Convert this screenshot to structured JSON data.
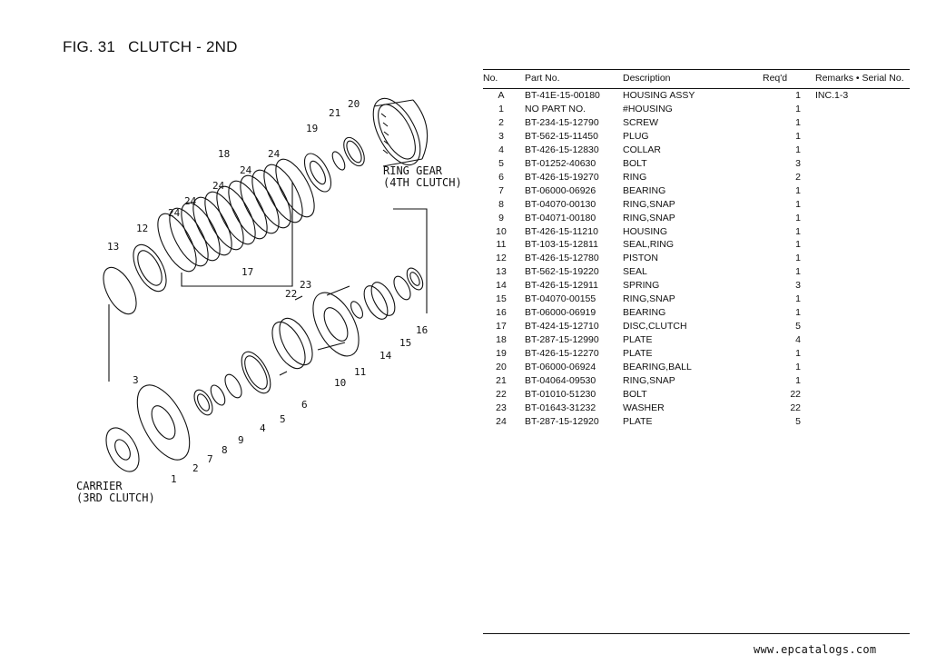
{
  "figure": {
    "number": "FIG. 31",
    "title": "CLUTCH - 2ND"
  },
  "table": {
    "headers": {
      "no": "No.",
      "part": "Part No.",
      "desc": "Description",
      "req": "Req'd",
      "remarks": "Remarks • Serial No."
    },
    "rows": [
      {
        "no": "A",
        "part": "BT-41E-15-00180",
        "desc": "HOUSING ASSY",
        "req": "1",
        "remarks": "INC.1-3"
      },
      {
        "no": "1",
        "part": "NO PART NO.",
        "desc": "#HOUSING",
        "req": "1",
        "remarks": ""
      },
      {
        "no": "2",
        "part": "BT-234-15-12790",
        "desc": "SCREW",
        "req": "1",
        "remarks": ""
      },
      {
        "no": "3",
        "part": "BT-562-15-11450",
        "desc": "PLUG",
        "req": "1",
        "remarks": ""
      },
      {
        "no": "4",
        "part": "BT-426-15-12830",
        "desc": "COLLAR",
        "req": "1",
        "remarks": ""
      },
      {
        "no": "5",
        "part": "BT-01252-40630",
        "desc": "BOLT",
        "req": "3",
        "remarks": ""
      },
      {
        "no": "6",
        "part": "BT-426-15-19270",
        "desc": "RING",
        "req": "2",
        "remarks": ""
      },
      {
        "no": "7",
        "part": "BT-06000-06926",
        "desc": "BEARING",
        "req": "1",
        "remarks": ""
      },
      {
        "no": "8",
        "part": "BT-04070-00130",
        "desc": "RING,SNAP",
        "req": "1",
        "remarks": ""
      },
      {
        "no": "9",
        "part": "BT-04071-00180",
        "desc": "RING,SNAP",
        "req": "1",
        "remarks": ""
      },
      {
        "no": "10",
        "part": "BT-426-15-11210",
        "desc": "HOUSING",
        "req": "1",
        "remarks": ""
      },
      {
        "no": "11",
        "part": "BT-103-15-12811",
        "desc": "SEAL,RING",
        "req": "1",
        "remarks": ""
      },
      {
        "no": "12",
        "part": "BT-426-15-12780",
        "desc": "PISTON",
        "req": "1",
        "remarks": ""
      },
      {
        "no": "13",
        "part": "BT-562-15-19220",
        "desc": "SEAL",
        "req": "1",
        "remarks": ""
      },
      {
        "no": "14",
        "part": "BT-426-15-12911",
        "desc": "SPRING",
        "req": "3",
        "remarks": ""
      },
      {
        "no": "15",
        "part": "BT-04070-00155",
        "desc": "RING,SNAP",
        "req": "1",
        "remarks": ""
      },
      {
        "no": "16",
        "part": "BT-06000-06919",
        "desc": "BEARING",
        "req": "1",
        "remarks": ""
      },
      {
        "no": "17",
        "part": "BT-424-15-12710",
        "desc": "DISC,CLUTCH",
        "req": "5",
        "remarks": ""
      },
      {
        "no": "18",
        "part": "BT-287-15-12990",
        "desc": "PLATE",
        "req": "4",
        "remarks": ""
      },
      {
        "no": "19",
        "part": "BT-426-15-12270",
        "desc": "PLATE",
        "req": "1",
        "remarks": ""
      },
      {
        "no": "20",
        "part": "BT-06000-06924",
        "desc": "BEARING,BALL",
        "req": "1",
        "remarks": ""
      },
      {
        "no": "21",
        "part": "BT-04064-09530",
        "desc": "RING,SNAP",
        "req": "1",
        "remarks": ""
      },
      {
        "no": "22",
        "part": "BT-01010-51230",
        "desc": "BOLT",
        "req": "22",
        "remarks": ""
      },
      {
        "no": "23",
        "part": "BT-01643-31232",
        "desc": "WASHER",
        "req": "22",
        "remarks": ""
      },
      {
        "no": "24",
        "part": "BT-287-15-12920",
        "desc": "PLATE",
        "req": "5",
        "remarks": ""
      }
    ]
  },
  "diagram": {
    "callouts": [
      "1",
      "2",
      "3",
      "4",
      "5",
      "6",
      "7",
      "8",
      "9",
      "10",
      "11",
      "12",
      "13",
      "14",
      "15",
      "16",
      "17",
      "18",
      "19",
      "20",
      "21",
      "22",
      "23",
      "24",
      "24",
      "24",
      "24",
      "24"
    ],
    "ring_gear_label": [
      "RING GEAR",
      "(4TH CLUTCH)"
    ],
    "carrier_label": [
      "CARRIER",
      "(3RD CLUTCH)"
    ]
  },
  "footer": {
    "site": "www.epcatalogs.com"
  }
}
